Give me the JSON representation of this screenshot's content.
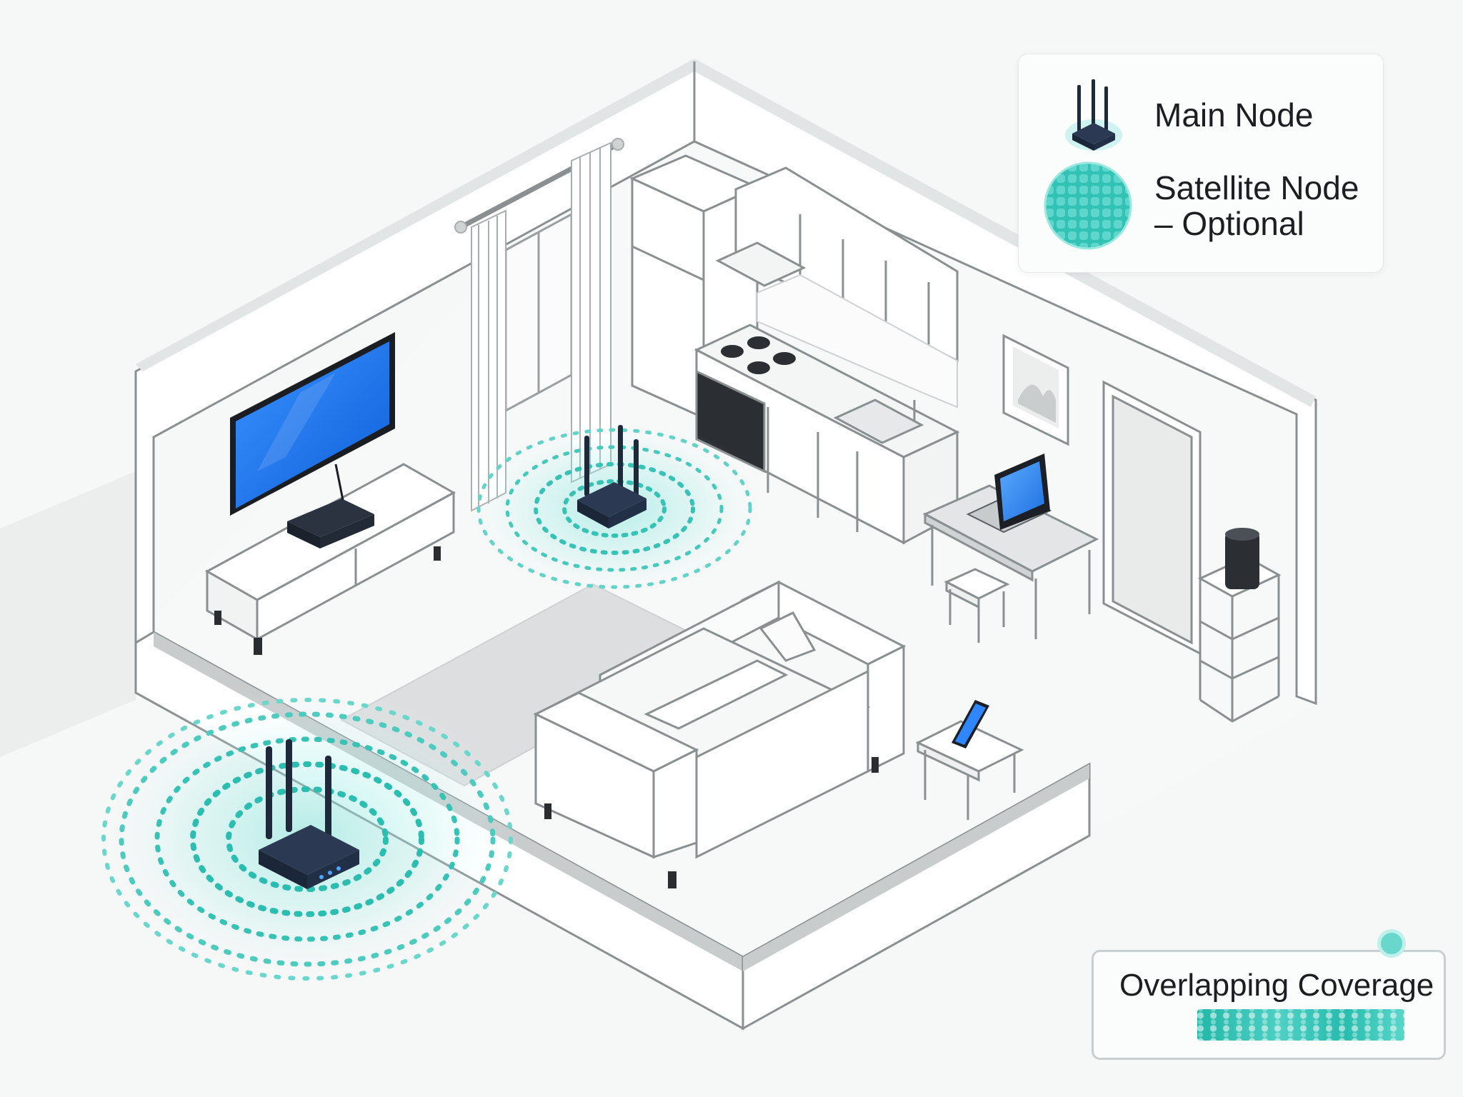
{
  "colors": {
    "accent": "#2bbdb0",
    "tv_screen": "#1f7bef",
    "router": "#1e2a3c",
    "wall": "#ffffff",
    "outline": "#7f8587"
  },
  "legend": {
    "main_node_label": "Main Node",
    "main_node_icon": "router-icon",
    "satellite_node_label": "Satellite Node\n– Optional",
    "satellite_node_icon": "coverage-swatch-icon"
  },
  "overlap": {
    "label": "Overlapping Coverage",
    "icon": "coverage-swatch-icon"
  }
}
